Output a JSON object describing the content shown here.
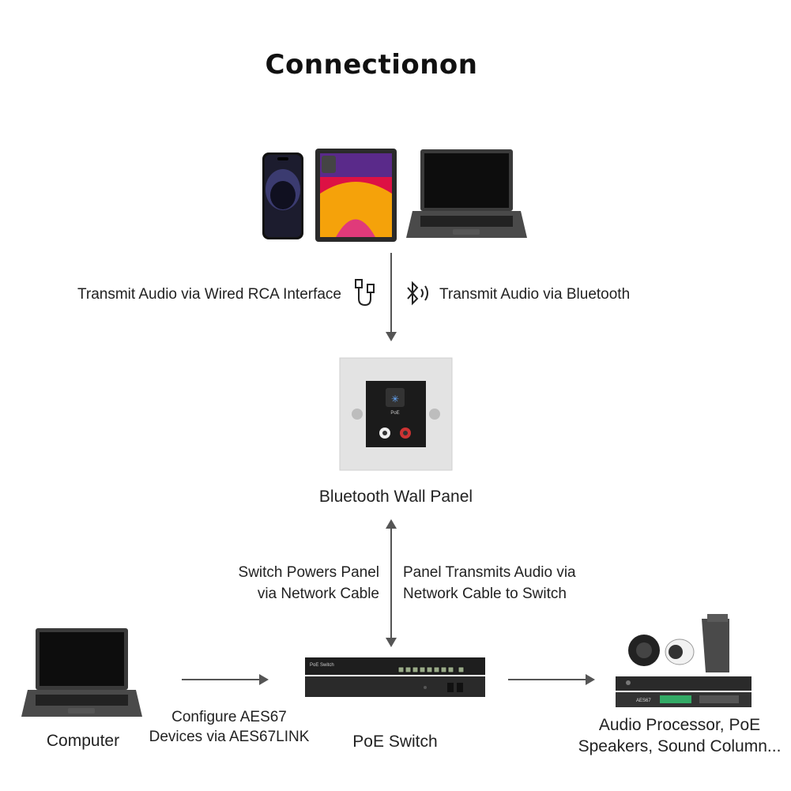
{
  "title": "Connectionon",
  "labels": {
    "wired": "Transmit Audio via Wired RCA Interface",
    "bluetooth": "Transmit Audio via Bluetooth",
    "wall_panel": "Bluetooth Wall Panel",
    "switch_powers_1": "Switch Powers Panel",
    "switch_powers_2": "via Network Cable",
    "panel_transmits_1": "Panel Transmits Audio via",
    "panel_transmits_2": "Network Cable to Switch",
    "computer": "Computer",
    "configure_1": "Configure AES67",
    "configure_2": "Devices via AES67LINK",
    "poe_switch": "PoE Switch",
    "audio_1": "Audio Processor, PoE",
    "audio_2": "Speakers, Sound Column..."
  },
  "devices": {
    "panel_badge": "PoE",
    "switch_brand": "PoE Switch",
    "rack_brand": "AES67"
  },
  "icons": [
    "smartphone-icon",
    "tablet-icon",
    "laptop-icon",
    "usb-cable-icon",
    "bluetooth-icon",
    "wall-panel-icon",
    "poe-switch-icon",
    "speaker-icon",
    "audio-processor-icon"
  ],
  "colors": {
    "arrow": "#555555",
    "device_dark": "#2b2b2b",
    "panel_plate": "#e6e6e6"
  }
}
